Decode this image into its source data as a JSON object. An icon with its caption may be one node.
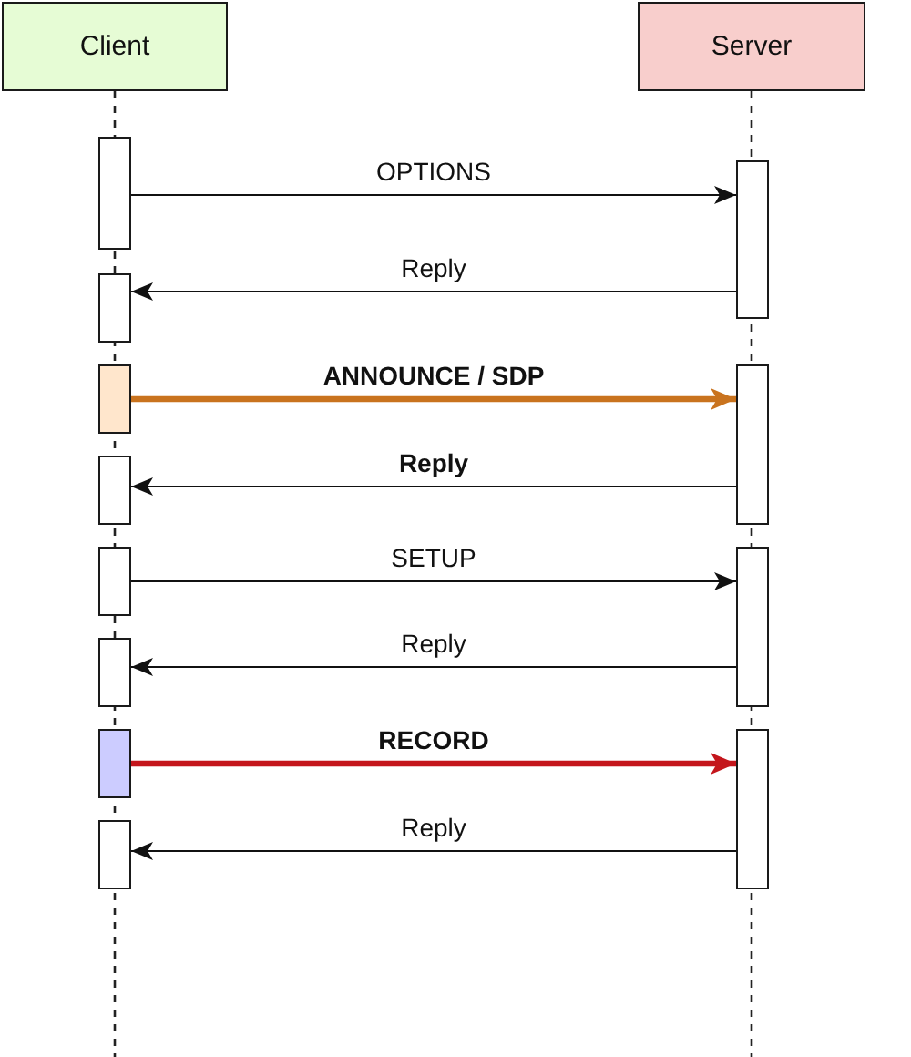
{
  "diagram": {
    "nodes": [
      {
        "text": [
          "Client"
        ]
      },
      {
        "text": [
          "Server"
        ]
      },
      {
        "text": [],
        "shape": "bar"
      },
      {
        "text": [],
        "shape": "bar"
      },
      {
        "text": [],
        "shape": "bar"
      },
      {
        "text": [],
        "shape": "bar"
      },
      {
        "text": [],
        "shape": "bar"
      },
      {
        "text": [],
        "shape": "bar"
      },
      {
        "text": [],
        "shape": "bar"
      },
      {
        "text": [],
        "shape": "bar"
      },
      {
        "text": [],
        "shape": "bar"
      },
      {
        "text": [],
        "shape": "bar"
      },
      {
        "text": [],
        "shape": "bar"
      },
      {
        "text": [],
        "shape": "bar"
      }
    ],
    "edges": [
      {
        "from": 2,
        "to": 3,
        "arrow": "to",
        "label": "OPTIONS"
      },
      {
        "from": 3,
        "to": 4,
        "arrow": "to",
        "label": "Reply"
      },
      {
        "from": 5,
        "to": 6,
        "arrow": "to",
        "label": "ANNOUNCE / SDP",
        "style": "thick",
        "color": "#c9731e"
      },
      {
        "from": 6,
        "to": 7,
        "arrow": "to",
        "label": "Reply"
      },
      {
        "from": 8,
        "to": 9,
        "arrow": "to",
        "label": "SETUP"
      },
      {
        "from": 9,
        "to": 10,
        "arrow": "to",
        "label": "Reply"
      },
      {
        "from": 11,
        "to": 12,
        "arrow": "to",
        "label": "RECORD",
        "style": "thick",
        "color": "#c4161c"
      },
      {
        "from": 12,
        "to": 13,
        "arrow": "to",
        "label": "Reply"
      }
    ]
  }
}
